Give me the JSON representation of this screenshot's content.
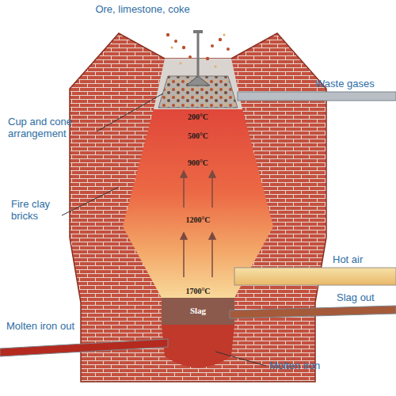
{
  "diagram": {
    "labels": [
      "Ore, limestone, coke",
      "Waste gases",
      "Cup and cone arrangement",
      "200°C",
      "500°C",
      "900°C",
      "Fire clay bricks",
      "1200°C",
      "Hot air",
      "1700°C",
      "Slag",
      "Slag out",
      "Molten iron out",
      "Molten iron"
    ]
  }
}
